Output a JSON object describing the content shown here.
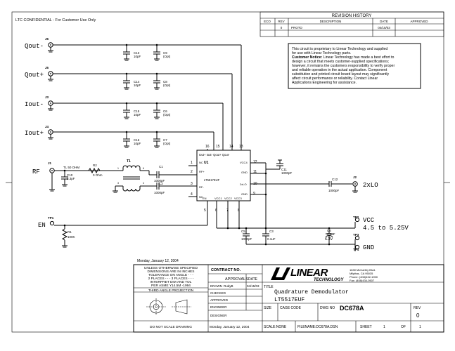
{
  "confidential": "LTC CONFIDENTIAL - For Customer Use Only",
  "revision": {
    "title": "REVISION HISTORY",
    "headers": [
      "ECO",
      "REV",
      "DESCRIPTION",
      "DATE",
      "APPROVED"
    ],
    "row": [
      "",
      "0",
      "PROTO",
      "04/15/03",
      ""
    ]
  },
  "notice": {
    "line1": "This circuit is proprietary to Linear Technology and supplied",
    "line2": "for use with Linear Technology parts.",
    "bold": "Customer Notice:",
    "line3": " Linear Technology has made a best effort to",
    "line4": "design a circuit that meets customer-supplied specifications;",
    "line5": "however, it remains the customers responsibility to verify proper",
    "line6": "and reliable operation in the actual application. Component",
    "line7": "substitution and printed circuit board layout may significantly",
    "line8": "affect circuit performance or reliability. Contact Linear",
    "line9": "Applications Engineering for assistance."
  },
  "connectors": {
    "qout_neg": {
      "ref": "J6",
      "label": "Qout-"
    },
    "qout_pos": {
      "ref": "J5",
      "label": "Qout+"
    },
    "iout_neg": {
      "ref": "J3",
      "label": "Iout-"
    },
    "iout_pos": {
      "ref": "J4",
      "label": "Iout+"
    },
    "rf": {
      "ref": "J1",
      "label": "RF"
    },
    "lo": {
      "ref": "J2",
      "label": "2xLO"
    },
    "en": {
      "ref": "TP1",
      "label": "EN"
    },
    "vcc": {
      "ref": "TP2",
      "label": "VCC",
      "range": "4.5 to 5.25V"
    },
    "tp3": {
      "ref": "TP3"
    },
    "gnd": {
      "ref": "TP4",
      "label": "GND"
    }
  },
  "caps": {
    "c13": {
      "ref": "C13",
      "val": "10pF"
    },
    "c9": {
      "ref": "C9",
      "val": "(Opt)"
    },
    "c14": {
      "ref": "C14",
      "val": "10pF"
    },
    "c8": {
      "ref": "C8",
      "val": "(Opt)"
    },
    "c15": {
      "ref": "C15",
      "val": "10pF"
    },
    "c6": {
      "ref": "C6",
      "val": "(Opt)"
    },
    "c16": {
      "ref": "C16",
      "val": "10pF"
    },
    "c7": {
      "ref": "C7",
      "val": "(Opt)"
    },
    "c10": {
      "ref": "C10",
      "val": "3.3pF"
    },
    "c1": {
      "ref": "C1",
      "val": "1000pF"
    },
    "c2": {
      "ref": "C2",
      "val": "1000pF"
    },
    "c11": {
      "ref": "C11",
      "val": "1000pF"
    },
    "c12": {
      "ref": "C12",
      "val": "1000pF"
    },
    "c5": {
      "ref": "C5",
      "val": "1000pF"
    },
    "c3": {
      "ref": "C3",
      "val": "0.1uF"
    },
    "c4": {
      "ref": "C4",
      "val": "2.2uF",
      "volt": "6.3V"
    }
  },
  "tline": "TL 50 OHM",
  "r2": {
    "ref": "R2",
    "val": "0 Ohm"
  },
  "r1": {
    "ref": "R1",
    "val": "100K"
  },
  "t1": {
    "ref": "T1"
  },
  "u1": {
    "ref": "U1",
    "part": "LT5517EUF",
    "top_pins": "Iout+ Iout- Qout+ Qout-",
    "nc1": "NC",
    "rfp": "RF+",
    "rfn": "RF-",
    "nc4": "NC",
    "vcc4": "VCC4",
    "gnd11": "GND",
    "lo10": "2xLO",
    "gnd9": "GND",
    "en": "EN",
    "vcc1": "VCC1",
    "vcc2": "VCC2",
    "vcc3": "VCC3",
    "pins": [
      "16",
      "15",
      "14",
      "13",
      "1",
      "2",
      "3",
      "4",
      "12",
      "11",
      "10",
      "9",
      "5",
      "6",
      "7",
      "8"
    ]
  },
  "titleblock": {
    "date_top": "Monday, January 12, 2004",
    "tol1": "UNLESS OTHERWISE SPECIFIED",
    "tol2": "DIMENSIONS ARE IN INCHES",
    "tol3": "TOLERANCE ON ANGLE - - -",
    "tol4": "2 PLACES - - -   3 PLACES - - -",
    "tol5": "INTERPRET DIM AND TOL",
    "tol6": "PER ASME Y14.5M -1994",
    "proj": "THIRD ANGLE PROJECTION",
    "noscale": "DO NOT SCALE DRAWING",
    "contract": "CONTRACT NO.",
    "approvals": "APPROVALS",
    "date_h": "DATE",
    "drawn": "DRAWN",
    "drawn_by": "RudyB",
    "drawn_date": "04/15/03",
    "checked": "CHECKED",
    "approved": "APPROVED",
    "engineer": "ENGINEER",
    "designer": "DESIGNER",
    "date_bottom": "Monday, January 12, 2004",
    "logo": "LINEAR",
    "logo_sub": "TECHNOLOGY",
    "addr1": "1630 McCarthy Blvd.",
    "addr2": "Milpitas, CA 95035",
    "addr3": "Phone: (408)432-1900",
    "addr4": "Fax: (408)434-0507",
    "title_label": "TITLE",
    "title1": "Quadrature Demodulator",
    "title2": "LT5517EUF",
    "size_label": "SIZE",
    "cage_label": "CAGE CODE",
    "dwg_label": "DWG NO",
    "dwg_no": "DC678A",
    "rev_label": "REV",
    "rev_val": "0",
    "scale_label": "SCALE:NONE",
    "filename": "FILENAME:DC678A.DSN",
    "sheet_label": "SHEET",
    "sheet": "1",
    "of_label": "OF",
    "of": "1"
  }
}
